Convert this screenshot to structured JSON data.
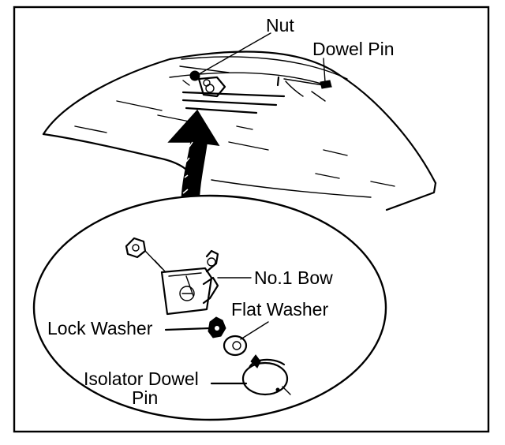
{
  "labels": {
    "nut": "Nut",
    "dowel_pin": "Dowel Pin",
    "no1_bow": "No.1 Bow",
    "flat_washer": "Flat Washer",
    "lock_washer": "Lock Washer",
    "isolator_line1": "Isolator Dowel",
    "isolator_line2": "Pin"
  }
}
